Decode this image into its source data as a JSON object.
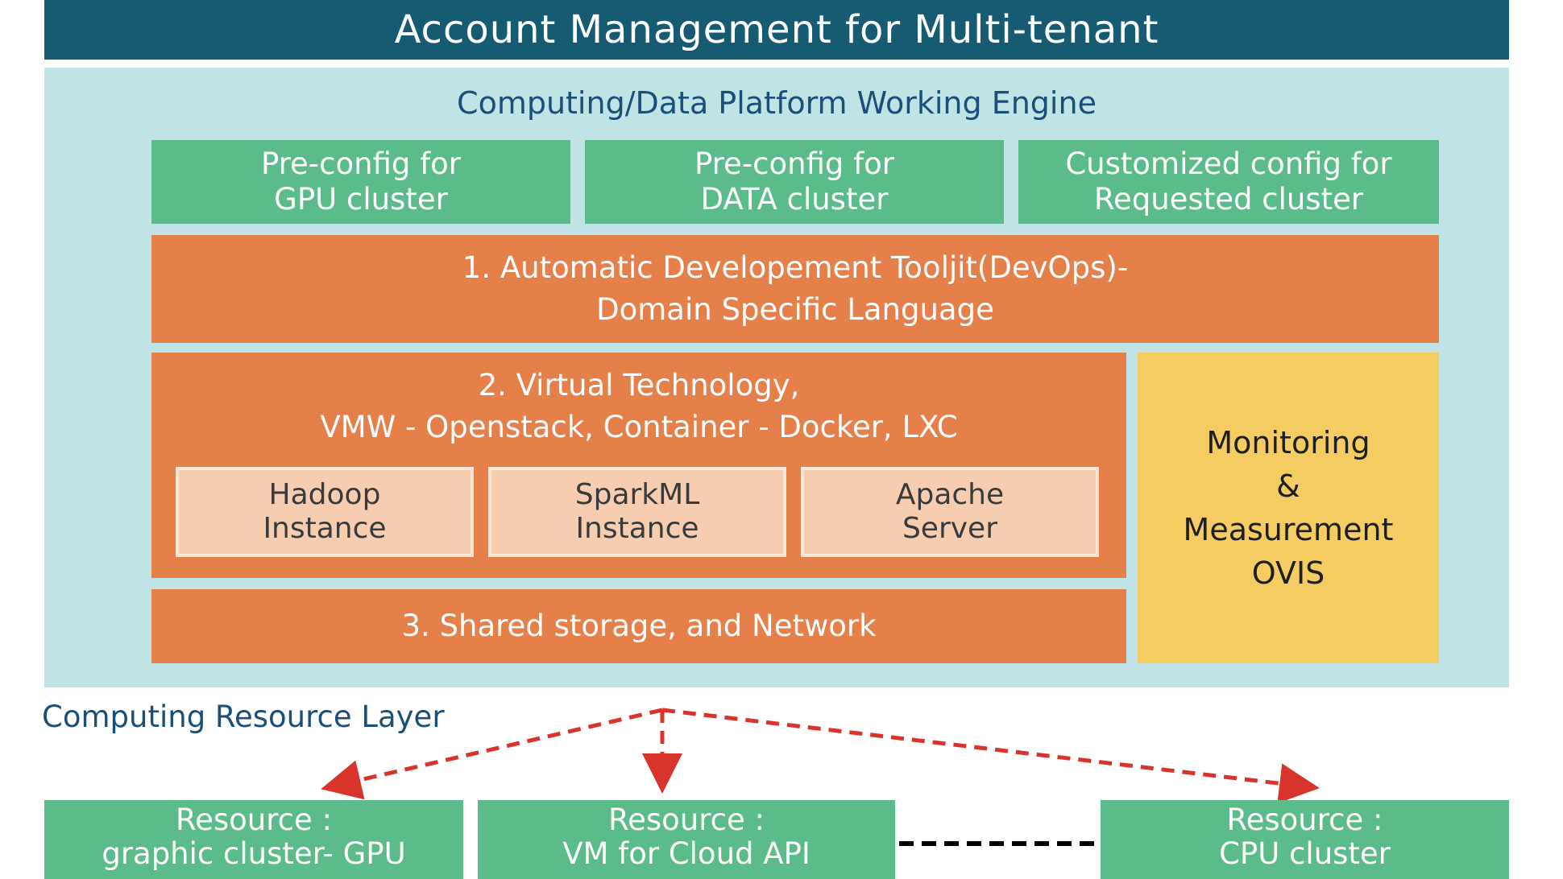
{
  "header": {
    "title": "Account Management for Multi-tenant"
  },
  "engine": {
    "title": "Computing/Data Platform Working Engine",
    "configs": [
      {
        "line1": "Pre-config for",
        "line2": "GPU cluster"
      },
      {
        "line1": "Pre-config for",
        "line2": "DATA cluster"
      },
      {
        "line1": "Customized config for",
        "line2": "Requested cluster"
      }
    ],
    "devops": {
      "line1": "1. Automatic Developement Tooljit(DevOps)-",
      "line2": "Domain Specific Language"
    },
    "virtual": {
      "line1": "2. Virtual Technology,",
      "line2": "VMW - Openstack, Container - Docker, LXC",
      "instances": [
        {
          "line1": "Hadoop",
          "line2": "Instance"
        },
        {
          "line1": "SparkML",
          "line2": "Instance"
        },
        {
          "line1": "Apache",
          "line2": "Server"
        }
      ]
    },
    "storage": {
      "label": "3. Shared storage, and Network"
    },
    "monitoring": {
      "line1": "Monitoring",
      "line2": "&",
      "line3": "Measurement",
      "line4": "OVIS"
    }
  },
  "resource_layer": {
    "label": "Computing Resource Layer",
    "resources": [
      {
        "line1": "Resource :",
        "line2": "graphic cluster- GPU"
      },
      {
        "line1": "Resource :",
        "line2": "VM for Cloud API"
      },
      {
        "line1": "Resource :",
        "line2": "CPU cluster"
      }
    ]
  },
  "colors": {
    "title_bar": "#175b73",
    "engine_bg": "#c0e3e6",
    "config_green": "#5cbb8a",
    "layer_orange": "#e5804a",
    "instance_peach": "#f6cdb1",
    "monitoring_yellow": "#f4cc62",
    "arrow_red": "#d9342b",
    "heading_blue": "#1a4f7a"
  }
}
